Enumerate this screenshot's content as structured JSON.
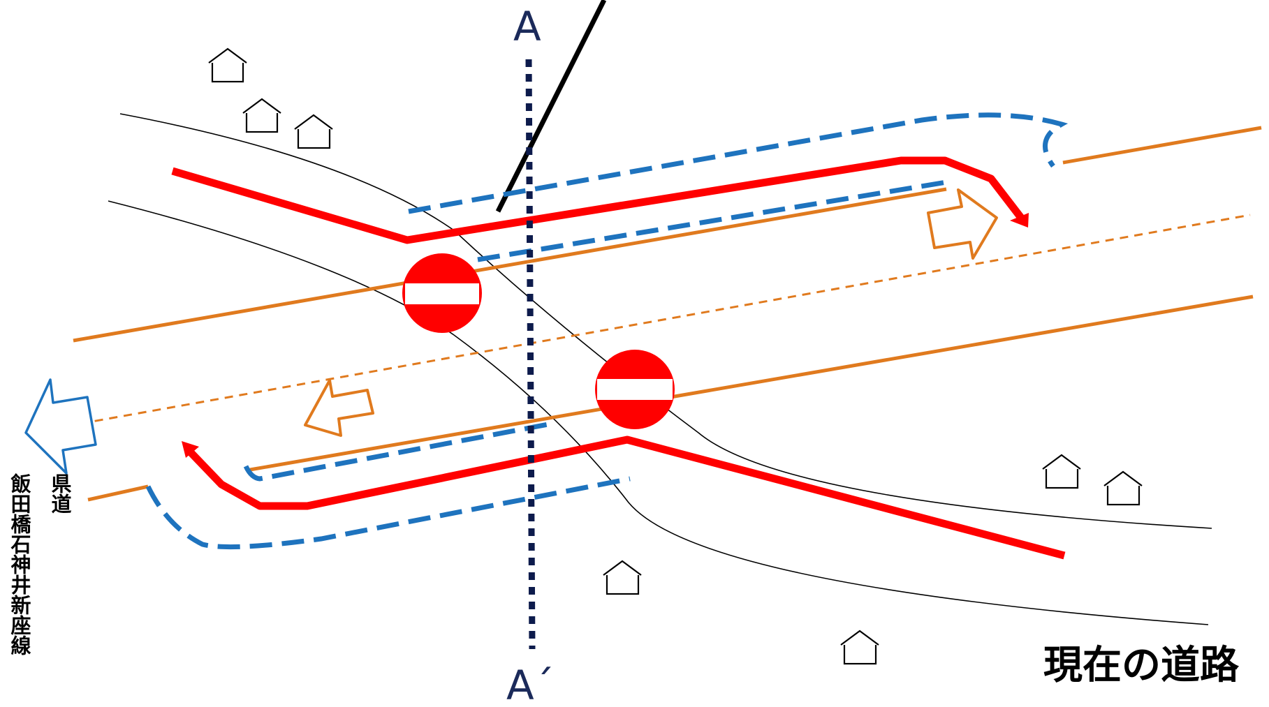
{
  "section_line": {
    "top_label": "A",
    "bottom_label": "A´"
  },
  "caption": "現在の道路",
  "road_name": {
    "line1": "県道",
    "line2": "飯田橋石神井新座線"
  },
  "icons": {
    "no_entry": "no-entry-sign",
    "house": "house-icon",
    "direction_arrow": "outline-arrow"
  },
  "colors": {
    "orange_road": "#E07A1E",
    "red_route": "#FF0000",
    "blue_route": "#1E73BE",
    "section_line": "#0D1B4C",
    "existing_road": "#000000"
  }
}
